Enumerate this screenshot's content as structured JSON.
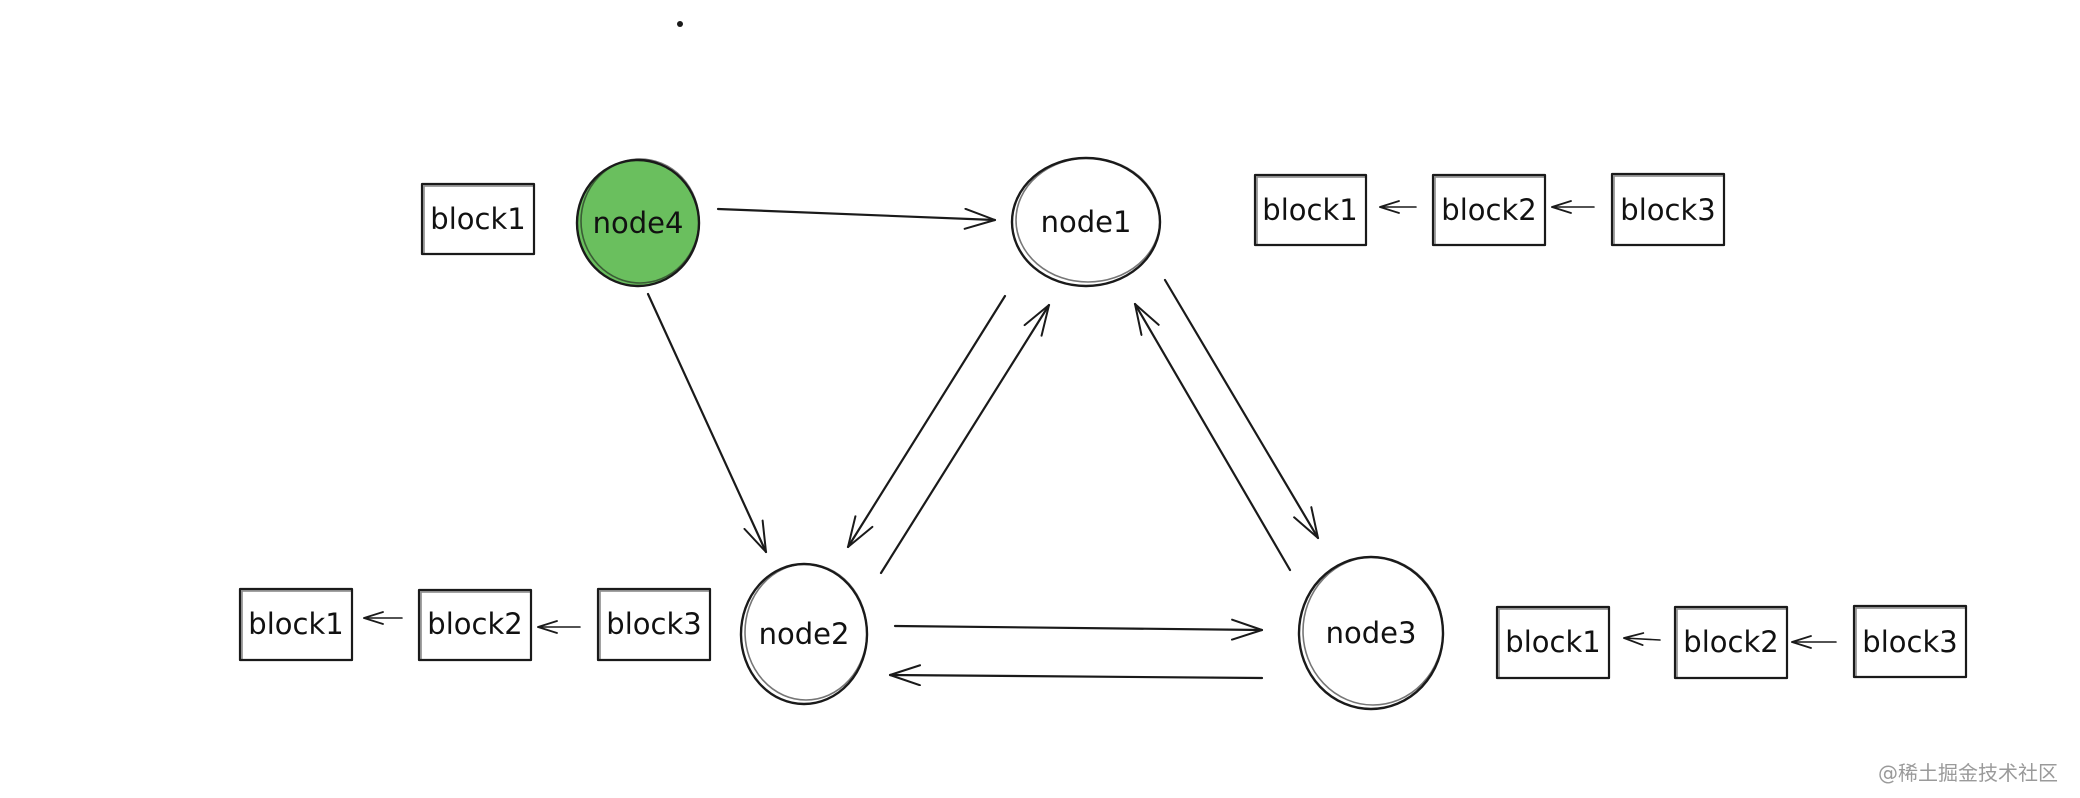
{
  "nodes": [
    {
      "id": "node4",
      "label": "node4",
      "fill": "#6abf5e",
      "highlight": true
    },
    {
      "id": "node1",
      "label": "node1",
      "fill": "#ffffff",
      "highlight": false
    },
    {
      "id": "node2",
      "label": "node2",
      "fill": "#ffffff",
      "highlight": false
    },
    {
      "id": "node3",
      "label": "node3",
      "fill": "#ffffff",
      "highlight": false
    }
  ],
  "chains": [
    {
      "owner": "node4",
      "blocks": [
        "block1"
      ]
    },
    {
      "owner": "node1",
      "blocks": [
        "block1",
        "block2",
        "block3"
      ]
    },
    {
      "owner": "node2",
      "blocks": [
        "block1",
        "block2",
        "block3"
      ]
    },
    {
      "owner": "node3",
      "blocks": [
        "block1",
        "block2",
        "block3"
      ]
    }
  ],
  "edges": [
    {
      "from": "node4",
      "to": "node1"
    },
    {
      "from": "node4",
      "to": "node2"
    },
    {
      "from": "node1",
      "to": "node2"
    },
    {
      "from": "node2",
      "to": "node1"
    },
    {
      "from": "node1",
      "to": "node3"
    },
    {
      "from": "node3",
      "to": "node1"
    },
    {
      "from": "node2",
      "to": "node3"
    },
    {
      "from": "node3",
      "to": "node2"
    }
  ],
  "watermark": "@稀土掘金技术社区",
  "colors": {
    "stroke": "#1a1a1a",
    "highlight": "#6abf5e"
  }
}
